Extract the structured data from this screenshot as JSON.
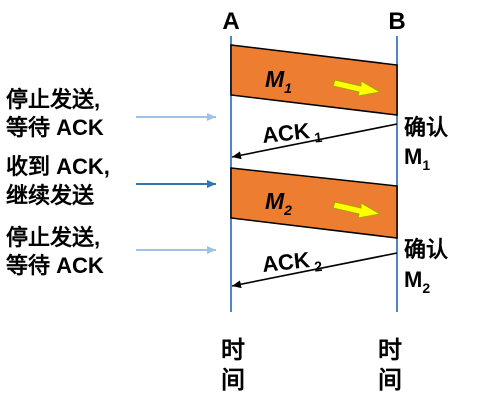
{
  "colors": {
    "lifeline": "#4f86c6",
    "frame_fill": "#ed7d31",
    "frame_stroke": "#000000",
    "frame_arrow": "#ffff00",
    "side_arrow": "#9dc3e6",
    "side_arrow_strong": "#2e75b6",
    "ack_line": "#000000"
  },
  "hosts": {
    "a": "A",
    "b": "B"
  },
  "time_label": {
    "top": "时",
    "bottom": "间"
  },
  "frames": [
    {
      "name": "M",
      "sub": "1"
    },
    {
      "name": "M",
      "sub": "2"
    }
  ],
  "acks": [
    {
      "name": "ACK",
      "sub": "1"
    },
    {
      "name": "ACK",
      "sub": "2"
    }
  ],
  "confirms": [
    {
      "line1": "确认",
      "name": "M",
      "sub": "1"
    },
    {
      "line1": "确认",
      "name": "M",
      "sub": "2"
    }
  ],
  "annotations": [
    {
      "line1": "停止发送,",
      "line2": "等待 ACK"
    },
    {
      "line1": "收到 ACK,",
      "line2": "继续发送"
    },
    {
      "line1": "停止发送,",
      "line2": "等待 ACK"
    }
  ]
}
